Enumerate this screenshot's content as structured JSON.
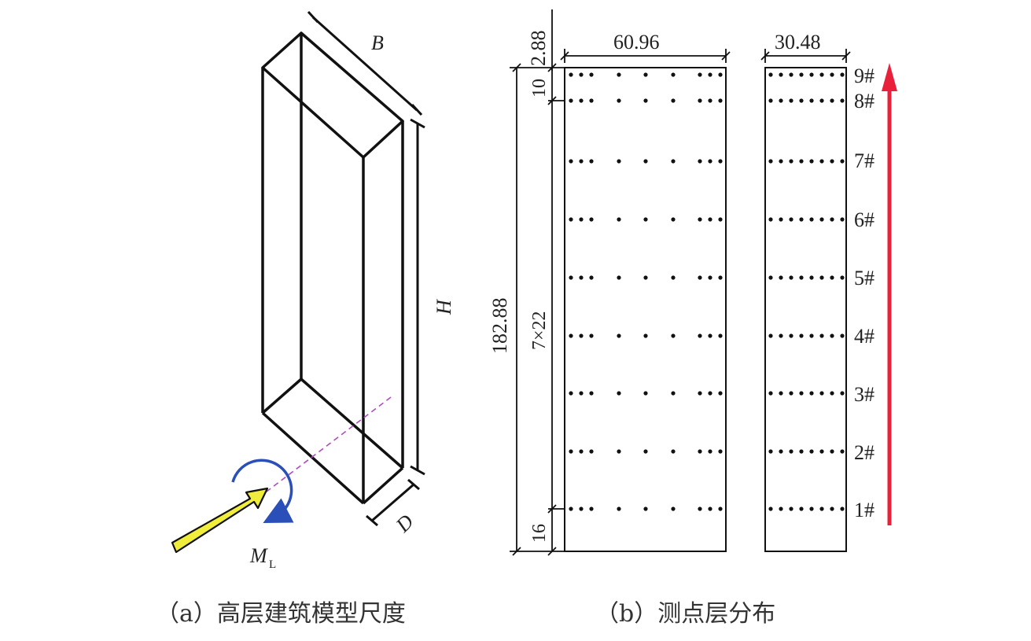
{
  "panel_a": {
    "caption": "（a）高层建筑模型尺度",
    "dim_B": "B",
    "dim_H": "H",
    "dim_D": "D",
    "moment_main": "M",
    "moment_sub": "L",
    "colors": {
      "wind_arrow": "#f0ee3a",
      "moment_arrow": "#2b4fb8",
      "axis_line": "#b04cc0"
    }
  },
  "panel_b": {
    "caption": "（b）测点层分布",
    "dim_top_gap": "2.88",
    "dim_width_front": "60.96",
    "dim_width_side": "30.48",
    "dim_top_spacing": "10",
    "dim_total_height": "182.88",
    "dim_mid_spacing": "7×22",
    "dim_bottom_spacing": "16",
    "level_labels": [
      "9#",
      "8#",
      "7#",
      "6#",
      "5#",
      "4#",
      "3#",
      "2#",
      "1#"
    ],
    "colors": {
      "height_arrow": "#e8203a"
    }
  }
}
